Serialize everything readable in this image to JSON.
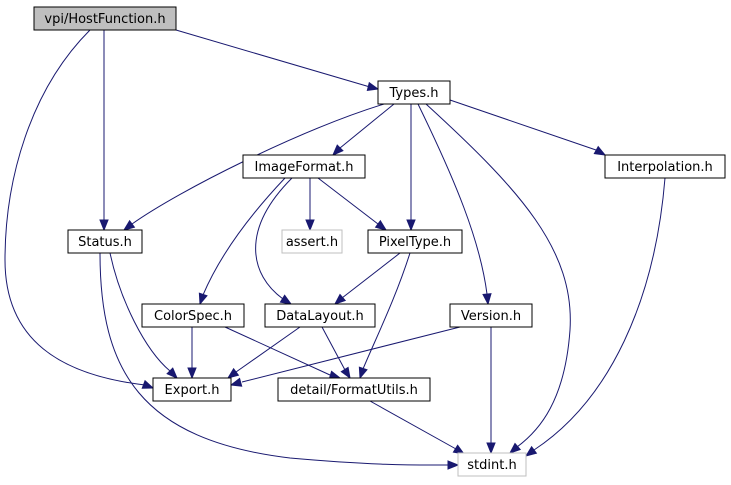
{
  "colors": {
    "edge": "#191970",
    "root_fill": "#bfbfbf",
    "node_fill": "#ffffff",
    "node_border": "#000000",
    "system_border": "#bfbfbf",
    "text": "#000000"
  },
  "nodes": [
    {
      "id": "hostfunction",
      "label": "vpi/HostFunction.h",
      "kind": "root"
    },
    {
      "id": "types",
      "label": "Types.h",
      "kind": "header"
    },
    {
      "id": "imageformat",
      "label": "ImageFormat.h",
      "kind": "header"
    },
    {
      "id": "interpolation",
      "label": "Interpolation.h",
      "kind": "header"
    },
    {
      "id": "status",
      "label": "Status.h",
      "kind": "header"
    },
    {
      "id": "assert",
      "label": "assert.h",
      "kind": "system"
    },
    {
      "id": "pixeltype",
      "label": "PixelType.h",
      "kind": "header"
    },
    {
      "id": "colorspec",
      "label": "ColorSpec.h",
      "kind": "header"
    },
    {
      "id": "datalayout",
      "label": "DataLayout.h",
      "kind": "header"
    },
    {
      "id": "version",
      "label": "Version.h",
      "kind": "header"
    },
    {
      "id": "export",
      "label": "Export.h",
      "kind": "header"
    },
    {
      "id": "formatutils",
      "label": "detail/FormatUtils.h",
      "kind": "header"
    },
    {
      "id": "stdint",
      "label": "stdint.h",
      "kind": "system"
    }
  ],
  "edges": [
    {
      "from": "hostfunction",
      "to": "types"
    },
    {
      "from": "hostfunction",
      "to": "status"
    },
    {
      "from": "hostfunction",
      "to": "export"
    },
    {
      "from": "types",
      "to": "status"
    },
    {
      "from": "types",
      "to": "imageformat"
    },
    {
      "from": "types",
      "to": "pixeltype"
    },
    {
      "from": "types",
      "to": "version"
    },
    {
      "from": "types",
      "to": "stdint"
    },
    {
      "from": "types",
      "to": "interpolation"
    },
    {
      "from": "imageformat",
      "to": "colorspec"
    },
    {
      "from": "imageformat",
      "to": "datalayout"
    },
    {
      "from": "imageformat",
      "to": "assert"
    },
    {
      "from": "imageformat",
      "to": "pixeltype"
    },
    {
      "from": "interpolation",
      "to": "stdint"
    },
    {
      "from": "status",
      "to": "export"
    },
    {
      "from": "status",
      "to": "stdint"
    },
    {
      "from": "pixeltype",
      "to": "datalayout"
    },
    {
      "from": "pixeltype",
      "to": "formatutils"
    },
    {
      "from": "colorspec",
      "to": "export"
    },
    {
      "from": "colorspec",
      "to": "formatutils"
    },
    {
      "from": "datalayout",
      "to": "export"
    },
    {
      "from": "datalayout",
      "to": "formatutils"
    },
    {
      "from": "version",
      "to": "export"
    },
    {
      "from": "version",
      "to": "stdint"
    },
    {
      "from": "formatutils",
      "to": "stdint"
    }
  ]
}
